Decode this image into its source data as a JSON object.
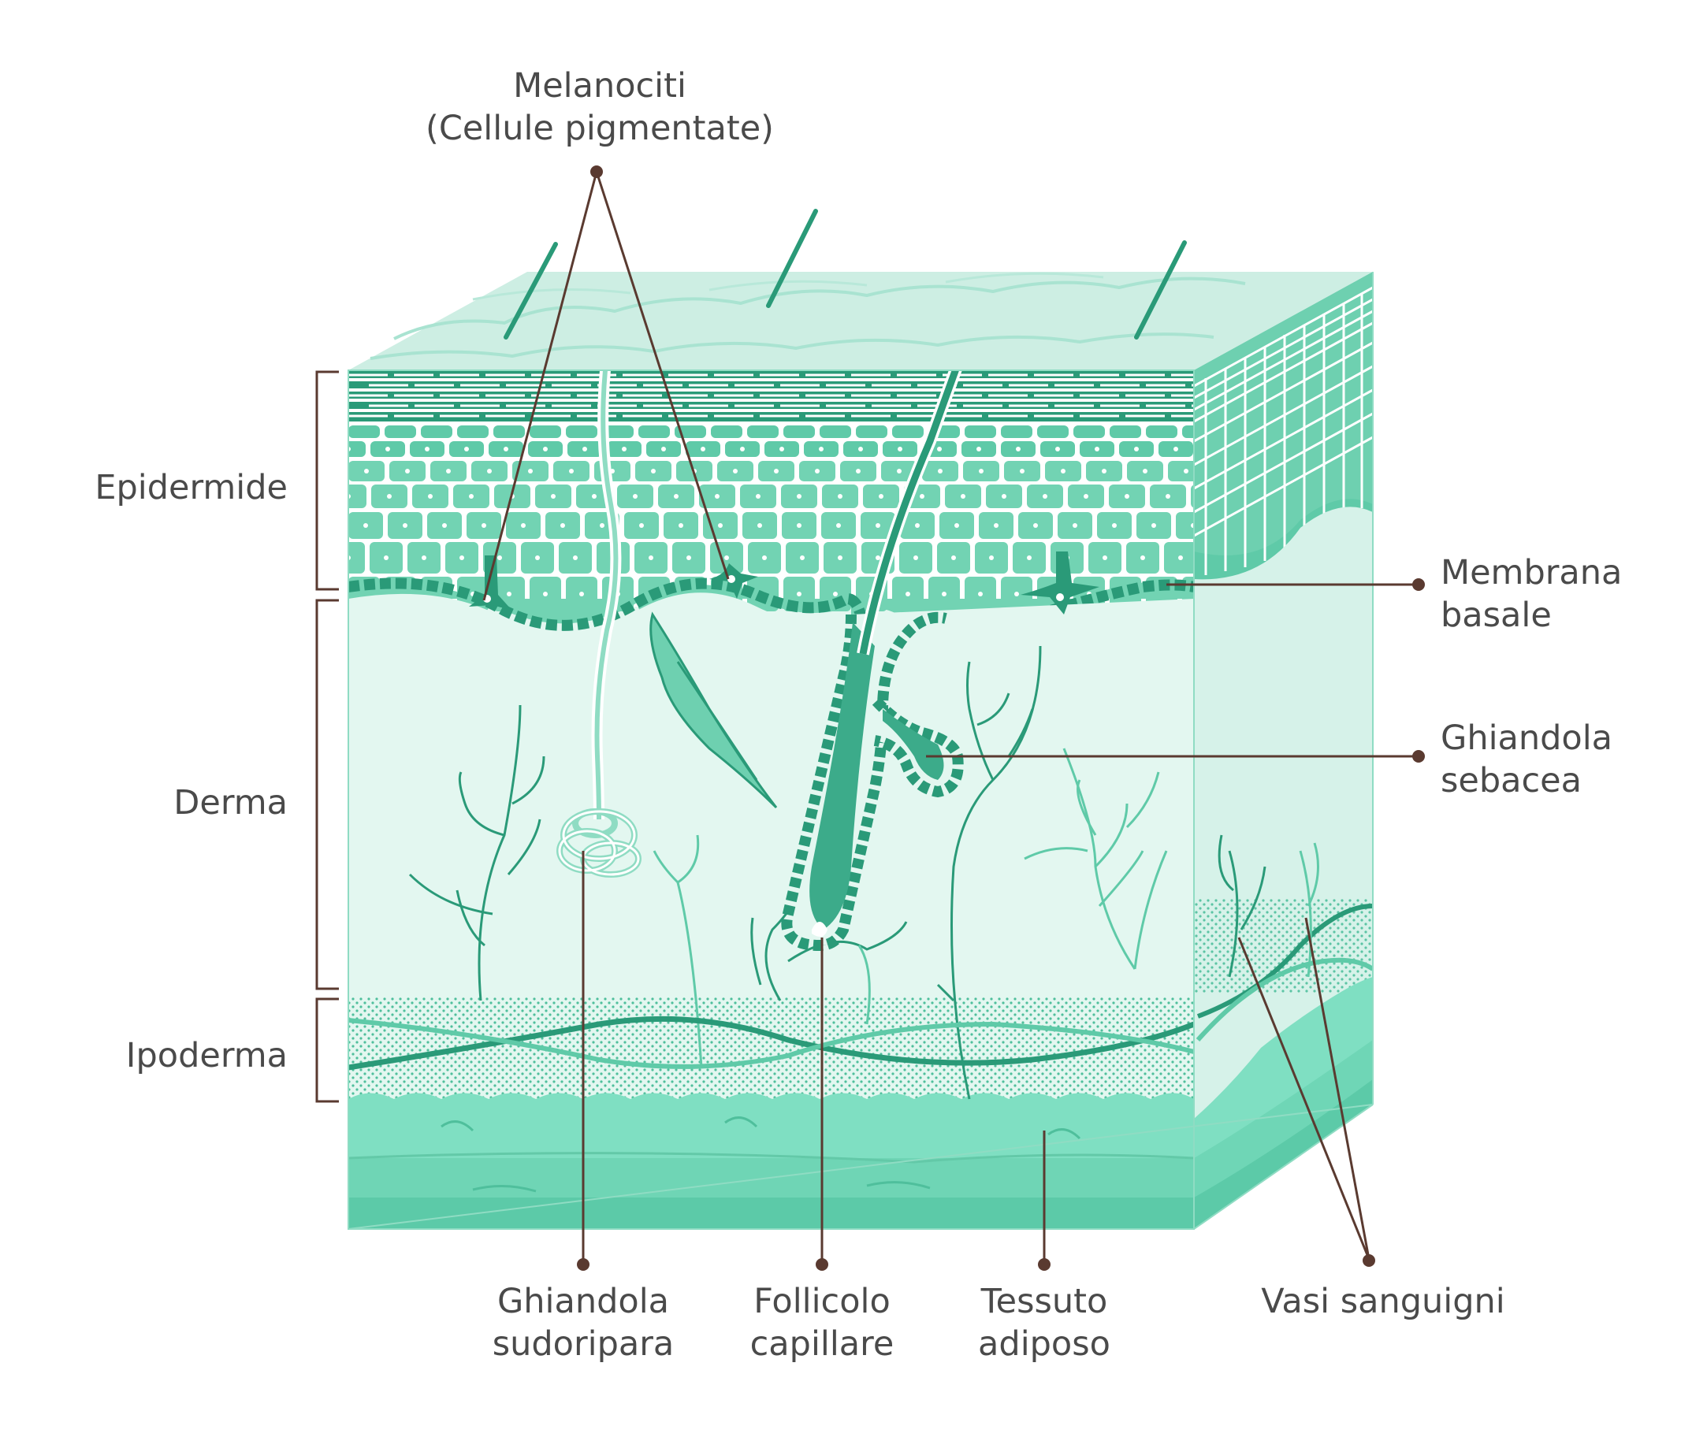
{
  "labels": {
    "melanocytes": {
      "line1": "Melanociti",
      "line2": "(Cellule pigmentate)"
    },
    "epidermis": "Epidermide",
    "dermis": "Derma",
    "hypodermis": "Ipoderma",
    "basement_membrane": {
      "line1": "Membrana",
      "line2": "basale"
    },
    "sebaceous_gland": {
      "line1": "Ghiandola",
      "line2": "sebacea"
    },
    "sweat_gland": {
      "line1": "Ghiandola",
      "line2": "sudoripara"
    },
    "hair_follicle": {
      "line1": "Follicolo",
      "line2": "capillare"
    },
    "adipose_tissue": {
      "line1": "Tessuto",
      "line2": "adiposo"
    },
    "blood_vessels": "Vasi sanguigni"
  },
  "colors": {
    "dark_green": "#2a9a78",
    "mid_green": "#5fcaa8",
    "light_green": "#cdeee3",
    "pale_green": "#e3f7f0",
    "fat_green": "#7fdfc2",
    "leader_brown": "#5a3a30",
    "text_gray": "#4a4a4a"
  }
}
